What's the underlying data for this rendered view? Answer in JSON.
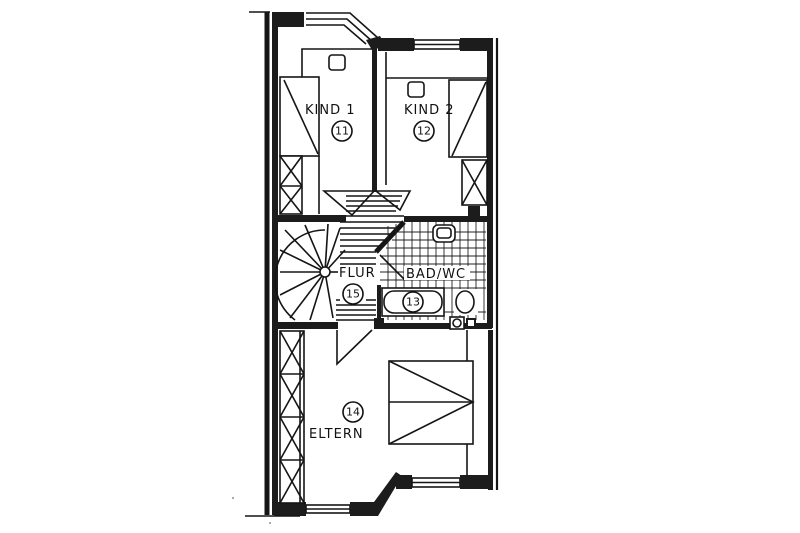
{
  "plan": {
    "colors": {
      "ink": "#151515",
      "paper": "#ffffff"
    },
    "rooms": [
      {
        "id": "kind1",
        "label": "KIND 1",
        "number": "11"
      },
      {
        "id": "kind2",
        "label": "KIND 2",
        "number": "12"
      },
      {
        "id": "bad",
        "label": "BAD/WC",
        "number": "13"
      },
      {
        "id": "eltern",
        "label": "ELTERN",
        "number": "14"
      },
      {
        "id": "flur",
        "label": "FLUR",
        "number": "15"
      }
    ]
  }
}
